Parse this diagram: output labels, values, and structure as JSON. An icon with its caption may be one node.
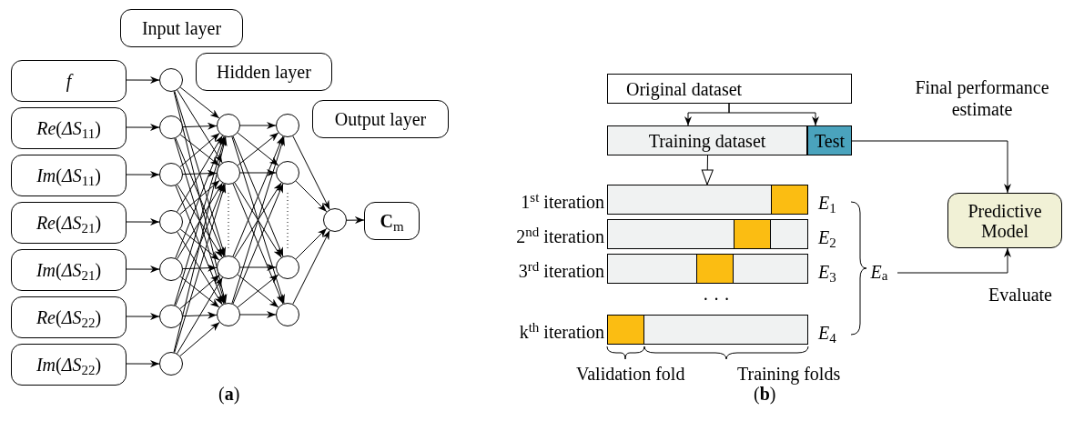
{
  "diagram": {
    "nodes": [
      {
        "text": [
          "Input layer"
        ]
      },
      {
        "text": [
          "Hidden layer"
        ]
      },
      {
        "text": [
          "Output layer"
        ]
      },
      {
        "text": [
          "*f*"
        ]
      },
      {
        "text": [
          "*Re*(*ΔS*$_{11}$)"
        ]
      },
      {
        "text": [
          "*Im*(*ΔS*$_{11}$)"
        ]
      },
      {
        "text": [
          "*Re*(*ΔS*$_{21}$)"
        ]
      },
      {
        "text": [
          "*Im*(*ΔS*$_{21}$)"
        ]
      },
      {
        "text": [
          "*Re*(*ΔS*$_{22}$)"
        ]
      },
      {
        "text": [
          "*Im*(*ΔS*$_{22}$)"
        ]
      },
      {
        "text": [],
        "shape": "circle"
      },
      {
        "text": [],
        "shape": "circle"
      },
      {
        "text": [],
        "shape": "circle"
      },
      {
        "text": [],
        "shape": "circle"
      },
      {
        "text": [],
        "shape": "circle"
      },
      {
        "text": [],
        "shape": "circle"
      },
      {
        "text": [],
        "shape": "circle"
      },
      {
        "text": [],
        "shape": "circle"
      },
      {
        "text": [],
        "shape": "circle"
      },
      {
        "text": [],
        "shape": "circle"
      },
      {
        "text": [],
        "shape": "circle"
      },
      {
        "text": [],
        "shape": "circle"
      },
      {
        "text": [],
        "shape": "circle"
      },
      {
        "text": [],
        "shape": "circle"
      },
      {
        "text": [],
        "shape": "circle"
      },
      {
        "text": [],
        "shape": "circle"
      },
      {
        "text": [
          "**C**$_{m}$"
        ]
      },
      {
        "text": [
          "Original dataset"
        ]
      },
      {
        "text": [
          "Training dataset"
        ]
      },
      {
        "text": [
          "Test"
        ]
      },
      {
        "text": [],
        "shape": "bar",
        "beside": [
          "1$^{st}$ iteration",
          "*E*$_{1}$"
        ]
      },
      {
        "text": [],
        "shape": "bar",
        "beside": [
          "2$^{nd}$ iteration",
          "*E*$_{2}$"
        ]
      },
      {
        "text": [],
        "shape": "bar",
        "beside": [
          "3$^{rd}$ iteration",
          "*E*$_{3}$"
        ]
      },
      {
        "text": [],
        "shape": "bar",
        "beside": [
          "k$^{th}$ iteration",
          "*E*$_{4}$"
        ]
      },
      {
        "text": [
          "Predictive Model"
        ]
      },
      {
        "text": [
          "*E*$_{a}$"
        ]
      }
    ],
    "edges": [
      {
        "from": 3,
        "to": 10,
        "arrow": "to"
      },
      {
        "from": 4,
        "to": 11,
        "arrow": "to"
      },
      {
        "from": 5,
        "to": 12,
        "arrow": "to"
      },
      {
        "from": 6,
        "to": 13,
        "arrow": "to"
      },
      {
        "from": 7,
        "to": 14,
        "arrow": "to"
      },
      {
        "from": 8,
        "to": 15,
        "arrow": "to"
      },
      {
        "from": 9,
        "to": 16,
        "arrow": "to"
      },
      {
        "from": 10,
        "to": 17,
        "arrow": "to"
      },
      {
        "from": 10,
        "to": 18,
        "arrow": "to"
      },
      {
        "from": 10,
        "to": 19,
        "arrow": "to"
      },
      {
        "from": 10,
        "to": 20,
        "arrow": "to"
      },
      {
        "from": 11,
        "to": 17,
        "arrow": "to"
      },
      {
        "from": 11,
        "to": 18,
        "arrow": "to"
      },
      {
        "from": 11,
        "to": 19,
        "arrow": "to"
      },
      {
        "from": 11,
        "to": 20,
        "arrow": "to"
      },
      {
        "from": 12,
        "to": 17,
        "arrow": "to"
      },
      {
        "from": 12,
        "to": 18,
        "arrow": "to"
      },
      {
        "from": 12,
        "to": 19,
        "arrow": "to"
      },
      {
        "from": 12,
        "to": 20,
        "arrow": "to"
      },
      {
        "from": 13,
        "to": 17,
        "arrow": "to"
      },
      {
        "from": 13,
        "to": 18,
        "arrow": "to"
      },
      {
        "from": 13,
        "to": 19,
        "arrow": "to"
      },
      {
        "from": 13,
        "to": 20,
        "arrow": "to"
      },
      {
        "from": 14,
        "to": 17,
        "arrow": "to"
      },
      {
        "from": 14,
        "to": 18,
        "arrow": "to"
      },
      {
        "from": 14,
        "to": 19,
        "arrow": "to"
      },
      {
        "from": 14,
        "to": 20,
        "arrow": "to"
      },
      {
        "from": 15,
        "to": 17,
        "arrow": "to"
      },
      {
        "from": 15,
        "to": 18,
        "arrow": "to"
      },
      {
        "from": 15,
        "to": 19,
        "arrow": "to"
      },
      {
        "from": 15,
        "to": 20,
        "arrow": "to"
      },
      {
        "from": 16,
        "to": 17,
        "arrow": "to"
      },
      {
        "from": 16,
        "to": 18,
        "arrow": "to"
      },
      {
        "from": 16,
        "to": 19,
        "arrow": "to"
      },
      {
        "from": 16,
        "to": 20,
        "arrow": "to"
      },
      {
        "from": 17,
        "to": 21,
        "arrow": "to"
      },
      {
        "from": 17,
        "to": 22,
        "arrow": "to"
      },
      {
        "from": 17,
        "to": 23,
        "arrow": "to"
      },
      {
        "from": 17,
        "to": 24,
        "arrow": "to"
      },
      {
        "from": 18,
        "to": 21,
        "arrow": "to"
      },
      {
        "from": 18,
        "to": 22,
        "arrow": "to"
      },
      {
        "from": 18,
        "to": 23,
        "arrow": "to"
      },
      {
        "from": 18,
        "to": 24,
        "arrow": "to"
      },
      {
        "from": 19,
        "to": 21,
        "arrow": "to"
      },
      {
        "from": 19,
        "to": 22,
        "arrow": "to"
      },
      {
        "from": 19,
        "to": 23,
        "arrow": "to"
      },
      {
        "from": 19,
        "to": 24,
        "arrow": "to"
      },
      {
        "from": 20,
        "to": 21,
        "arrow": "to"
      },
      {
        "from": 20,
        "to": 22,
        "arrow": "to"
      },
      {
        "from": 20,
        "to": 23,
        "arrow": "to"
      },
      {
        "from": 20,
        "to": 24,
        "arrow": "to"
      },
      {
        "from": 21,
        "to": 25,
        "arrow": "to"
      },
      {
        "from": 22,
        "to": 25,
        "arrow": "to"
      },
      {
        "from": 23,
        "to": 25,
        "arrow": "to"
      },
      {
        "from": 24,
        "to": 25,
        "arrow": "to"
      },
      {
        "from": 25,
        "to": 26,
        "arrow": "to"
      },
      {
        "from": 27,
        "to": 28,
        "arrow": "to"
      },
      {
        "from": 27,
        "to": 29,
        "arrow": "to"
      },
      {
        "from": 28,
        "to": 30,
        "arrow": "to"
      },
      {
        "from": 29,
        "to": 34,
        "arrow": "to",
        "label": "Final performance estimate"
      },
      {
        "from": 35,
        "to": 34,
        "arrow": "to",
        "label": "Evaluate"
      }
    ],
    "labels": [
      "(**a**)",
      "· · ·",
      "Validation fold",
      "Training folds",
      "(**b**)"
    ]
  }
}
